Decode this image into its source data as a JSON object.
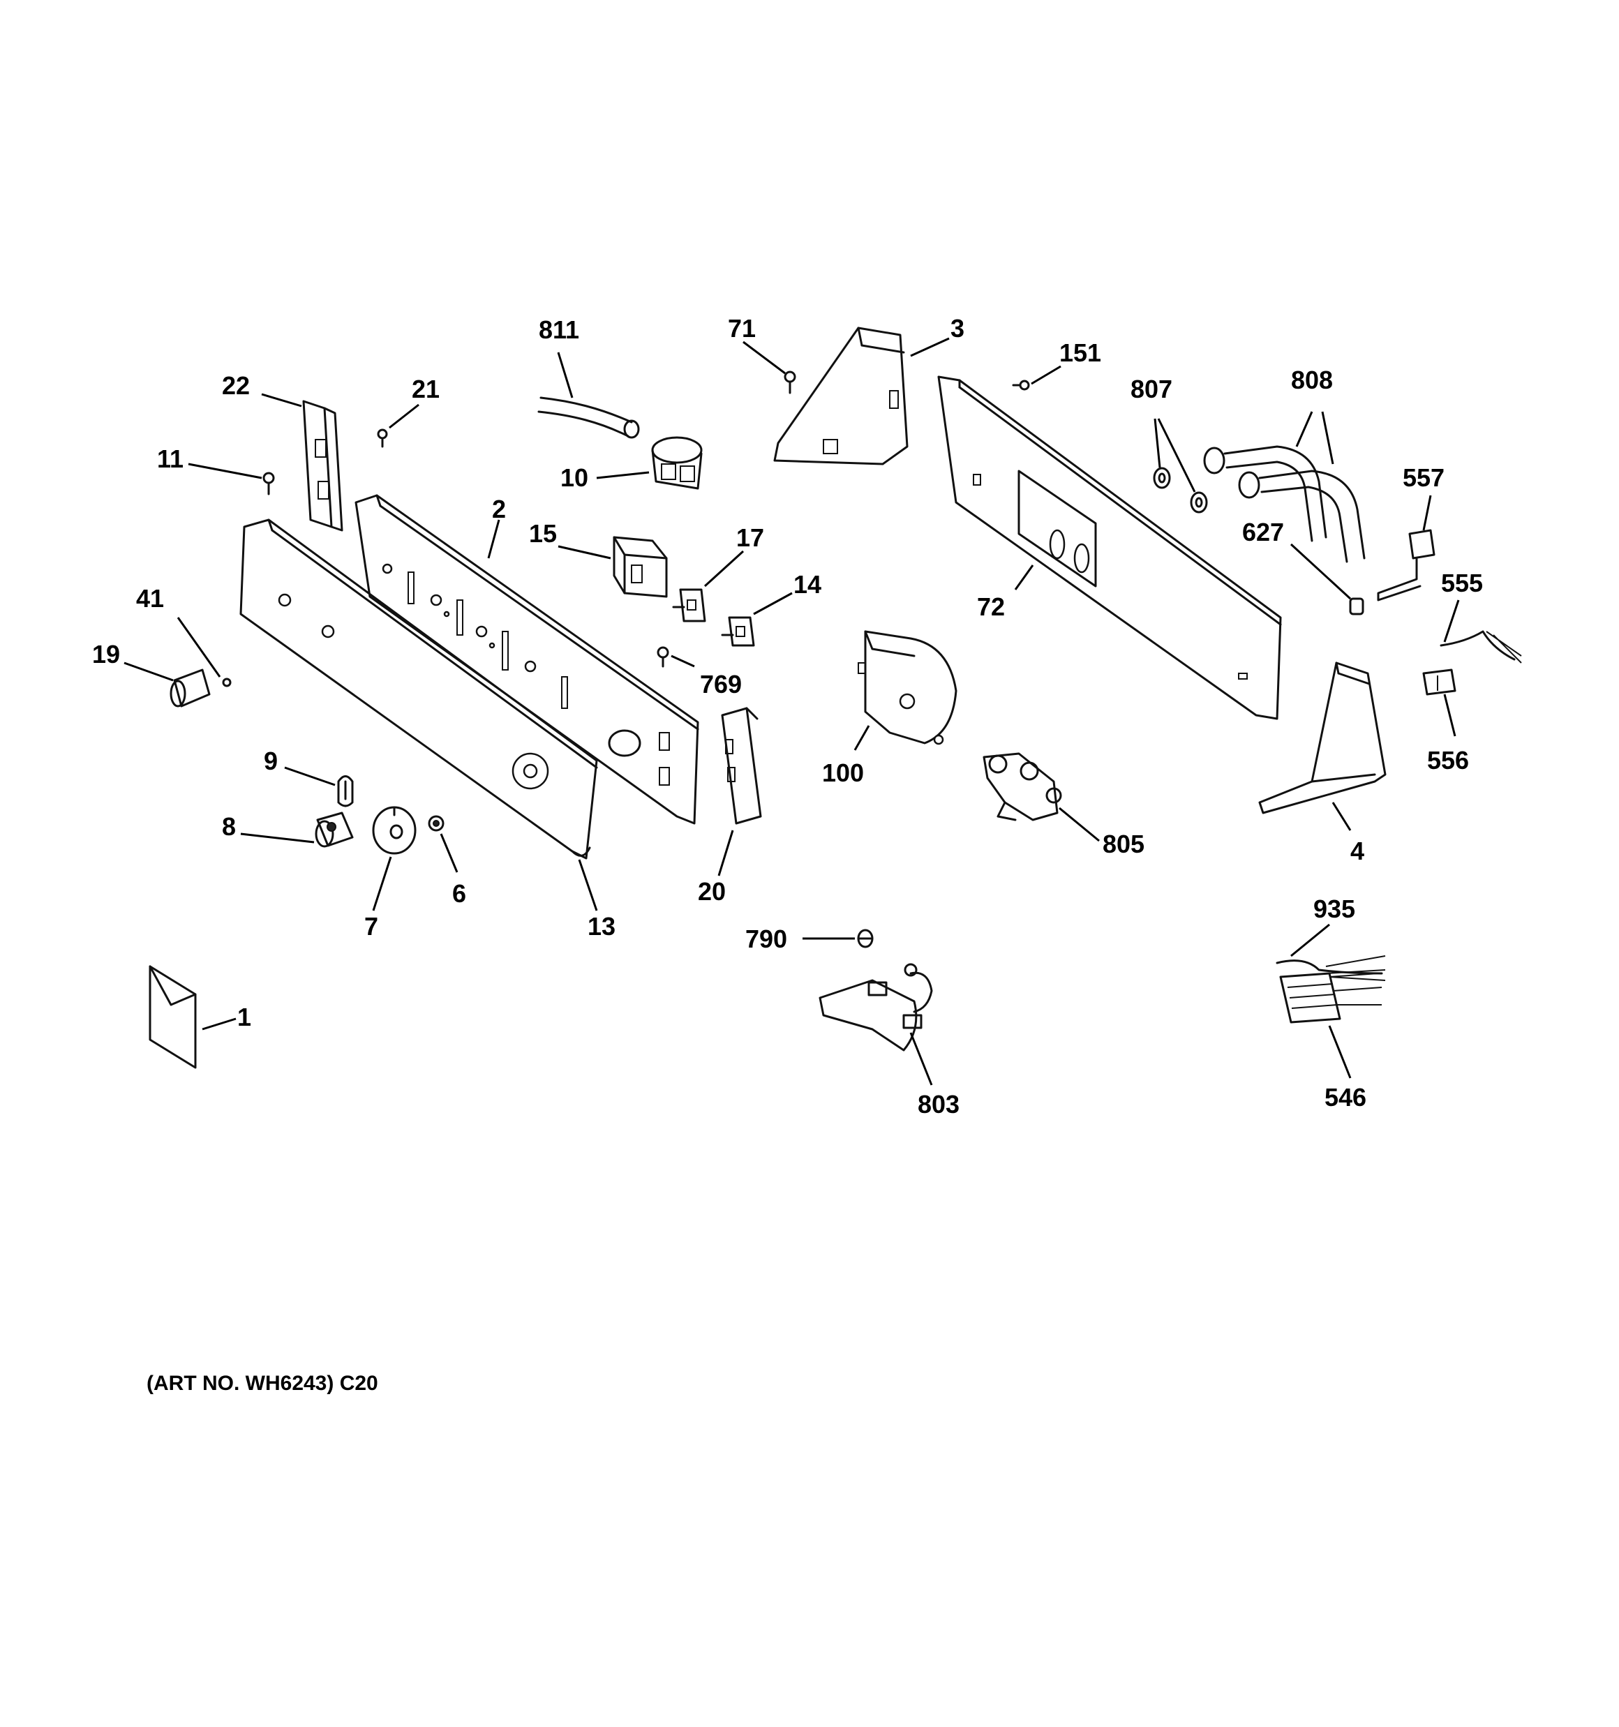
{
  "art_number": "(ART NO. WH6243) C20",
  "callouts": [
    "811",
    "71",
    "3",
    "151",
    "807",
    "808",
    "22",
    "21",
    "11",
    "10",
    "557",
    "2",
    "15",
    "17",
    "627",
    "41",
    "14",
    "72",
    "555",
    "19",
    "769",
    "20",
    "100",
    "556",
    "9",
    "8",
    "6",
    "7",
    "13",
    "805",
    "4",
    "935",
    "790",
    "1",
    "803",
    "546"
  ]
}
